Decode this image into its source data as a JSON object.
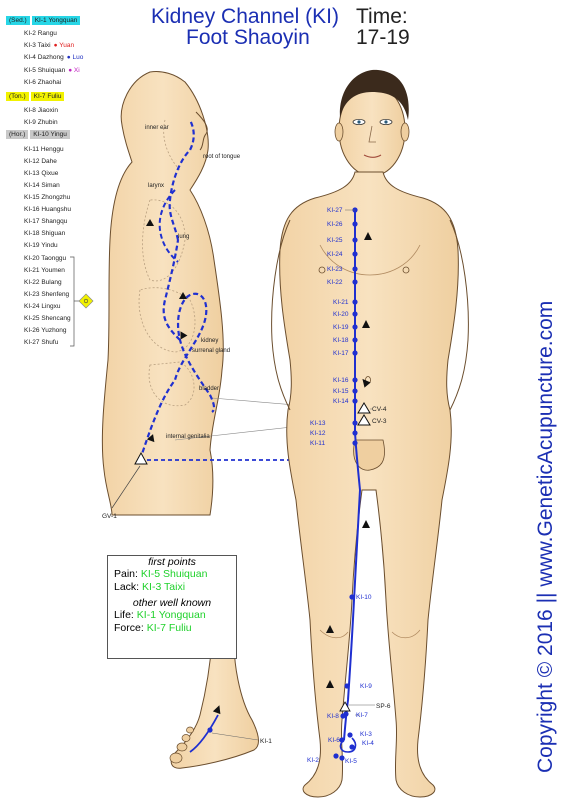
{
  "title": {
    "line1": "Kidney Channel (KI)",
    "line2": "Foot Shaoyin"
  },
  "time": {
    "label": "Time:",
    "value": "17-19"
  },
  "points": [
    {
      "tag": "(Sed.)",
      "tag_color": "cyan",
      "name": "KI-1 Yongquan",
      "extra": "",
      "extra_color": ""
    },
    {
      "tag": "",
      "tag_color": "",
      "name": "KI-2 Rangu",
      "extra": "",
      "extra_color": ""
    },
    {
      "tag": "",
      "tag_color": "",
      "name": "KI-3 Taixi",
      "extra": "● Yuan",
      "extra_color": "#e02020"
    },
    {
      "tag": "",
      "tag_color": "",
      "name": "KI-4 Dazhong",
      "extra": "● Luo",
      "extra_color": "#2030c0"
    },
    {
      "tag": "",
      "tag_color": "",
      "name": "KI-5 Shuiquan",
      "extra": "● Xi",
      "extra_color": "#c020c0"
    },
    {
      "tag": "",
      "tag_color": "",
      "name": "KI-6 Zhaohai",
      "extra": "",
      "extra_color": ""
    },
    {
      "tag": "(Ton.)",
      "tag_color": "yellow",
      "name": "KI-7 Fuliu",
      "extra": "",
      "extra_color": ""
    },
    {
      "tag": "",
      "tag_color": "",
      "name": "KI-8 Jiaoxin",
      "extra": "",
      "extra_color": ""
    },
    {
      "tag": "",
      "tag_color": "",
      "name": "KI-9 Zhubin",
      "extra": "",
      "extra_color": ""
    },
    {
      "tag": "(Hor.)",
      "tag_color": "gray",
      "name": "KI-10 Yingu",
      "extra": "",
      "extra_color": ""
    },
    {
      "tag": "",
      "tag_color": "",
      "name": "KI-11 Henggu",
      "extra": "",
      "extra_color": ""
    },
    {
      "tag": "",
      "tag_color": "",
      "name": "KI-12 Dahe",
      "extra": "",
      "extra_color": ""
    },
    {
      "tag": "",
      "tag_color": "",
      "name": "KI-13 Qixue",
      "extra": "",
      "extra_color": ""
    },
    {
      "tag": "",
      "tag_color": "",
      "name": "KI-14 Siman",
      "extra": "",
      "extra_color": ""
    },
    {
      "tag": "",
      "tag_color": "",
      "name": "KI-15 Zhongzhu",
      "extra": "",
      "extra_color": ""
    },
    {
      "tag": "",
      "tag_color": "",
      "name": "KI-16 Huangshu",
      "extra": "",
      "extra_color": ""
    },
    {
      "tag": "",
      "tag_color": "",
      "name": "KI-17 Shangqu",
      "extra": "",
      "extra_color": ""
    },
    {
      "tag": "",
      "tag_color": "",
      "name": "KI-18 Shiguan",
      "extra": "",
      "extra_color": ""
    },
    {
      "tag": "",
      "tag_color": "",
      "name": "KI-19 Yindu",
      "extra": "",
      "extra_color": ""
    },
    {
      "tag": "",
      "tag_color": "",
      "name": "KI-20 Taonggu",
      "extra": "",
      "extra_color": ""
    },
    {
      "tag": "",
      "tag_color": "",
      "name": "KI-21 Youmen",
      "extra": "",
      "extra_color": ""
    },
    {
      "tag": "",
      "tag_color": "",
      "name": "KI-22 Bulang",
      "extra": "",
      "extra_color": ""
    },
    {
      "tag": "",
      "tag_color": "",
      "name": "KI-23 Shenfeng",
      "extra": "",
      "extra_color": ""
    },
    {
      "tag": "",
      "tag_color": "",
      "name": "KI-24 Lingxu",
      "extra": "",
      "extra_color": ""
    },
    {
      "tag": "",
      "tag_color": "",
      "name": "KI-25 Shencang",
      "extra": "",
      "extra_color": ""
    },
    {
      "tag": "",
      "tag_color": "",
      "name": "KI-26 Yuzhong",
      "extra": "",
      "extra_color": ""
    },
    {
      "tag": "",
      "tag_color": "",
      "name": "KI-27 Shufu",
      "extra": "",
      "extra_color": ""
    }
  ],
  "anatomy_labels": {
    "inner_ear": "inner ear",
    "root_of_tongue": "root of tongue",
    "larynx": "larynx",
    "lung": "lung",
    "kidney": "kidney",
    "surrenal_gland": "surrenal gland",
    "bladder": "bladder",
    "internal_genitalia": "internal genitalia",
    "gv1": "GV-1"
  },
  "body_point_labels": {
    "ki27": "KI-27",
    "ki26": "KI-26",
    "ki25": "KI-25",
    "ki24": "KI-24",
    "ki23": "KI-23",
    "ki22": "KI-22",
    "ki21": "KI-21",
    "ki20": "KI-20",
    "ki19": "KI-19",
    "ki18": "KI-18",
    "ki17": "KI-17",
    "ki16": "KI-16",
    "ki15": "KI-15",
    "ki14": "KI-14",
    "ki13": "KI-13",
    "ki12": "KI-12",
    "ki11": "KI-11",
    "cv4": "CV-4",
    "cv3": "CV-3",
    "ki10": "KI-10",
    "ki9": "KI-9",
    "sp6": "SP-6",
    "ki7": "KI-7",
    "ki8": "KI-8",
    "ki3": "KI-3",
    "ki4": "KI-4",
    "ki6": "KI-6",
    "ki2": "KI-2",
    "ki5": "KI-5",
    "ki1": "KI-1"
  },
  "legend": {
    "first_points_title": "first points",
    "pain_label": "Pain:",
    "pain_value": "KI-5 Shuiquan",
    "lack_label": "Lack:",
    "lack_value": "KI-3 Taixi",
    "other_title": "other well known",
    "life_label": "Life:",
    "life_value": "KI-1 Yongquan",
    "force_label": "Force:",
    "force_value": "KI-7 Fuliu"
  },
  "copyright": "Copyright © 2016 || www.GeneticAcupuncture.com",
  "colors": {
    "channel": "#1f2fd0",
    "skin": "#f6dcb6",
    "skin_outline": "#6b4e2e",
    "title": "#1b2fb3",
    "legend_value": "#1fd12b",
    "hair": "#3b2a1c"
  }
}
